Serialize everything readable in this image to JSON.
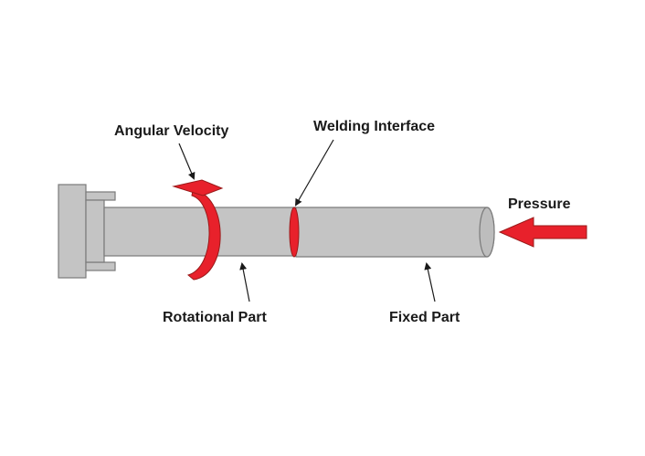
{
  "labels": {
    "angular_velocity": "Angular Velocity",
    "welding_interface": "Welding Interface",
    "pressure": "Pressure",
    "rotational_part": "Rotational Part",
    "fixed_part": "Fixed Part"
  },
  "colors": {
    "accent_red": "#e8212b",
    "part_gray": "#c4c4c4",
    "outline": "#7a7a7a",
    "text": "#1a1a1a"
  },
  "icons": {
    "rotation": "curved-rotation-arrow-icon",
    "pressure": "right-to-left-arrow-icon"
  }
}
